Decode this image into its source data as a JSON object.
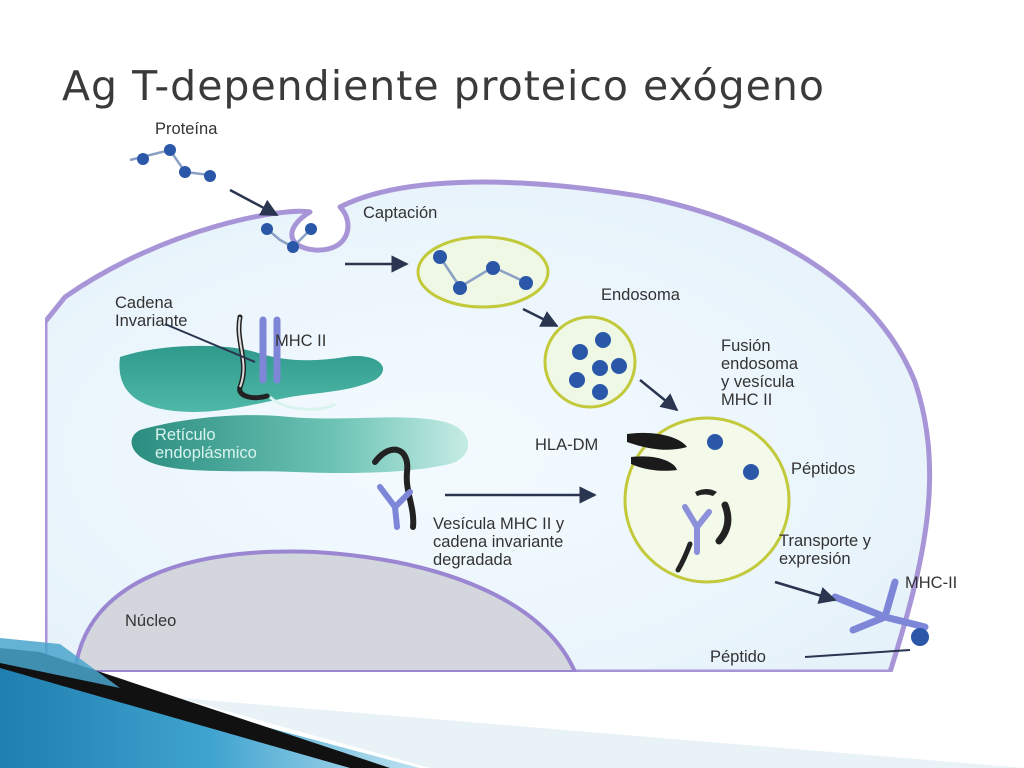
{
  "slide": {
    "title": "Ag T-dependiente proteico exógeno"
  },
  "diagram": {
    "labels": {
      "proteina": "Proteína",
      "captacion": "Captación",
      "endosoma": "Endosoma",
      "cadena_invariante": "Cadena\nInvariante",
      "mhc_ii": "MHC II",
      "fusion": "Fusión\nendosoma\ny vesícula\n MHC II",
      "reticulo": "Retículo\nendoplásmico",
      "hla_dm": "HLA-DM",
      "peptidos": "Péptidos",
      "vesicula": "Vesícula MHC II y\ncadena invariante\ndegradada",
      "transporte": "Transporte y\nexpresión",
      "mhc_ii_surface": "MHC-II",
      "nucleo": "Núcleo",
      "peptido": "Péptido"
    }
  }
}
